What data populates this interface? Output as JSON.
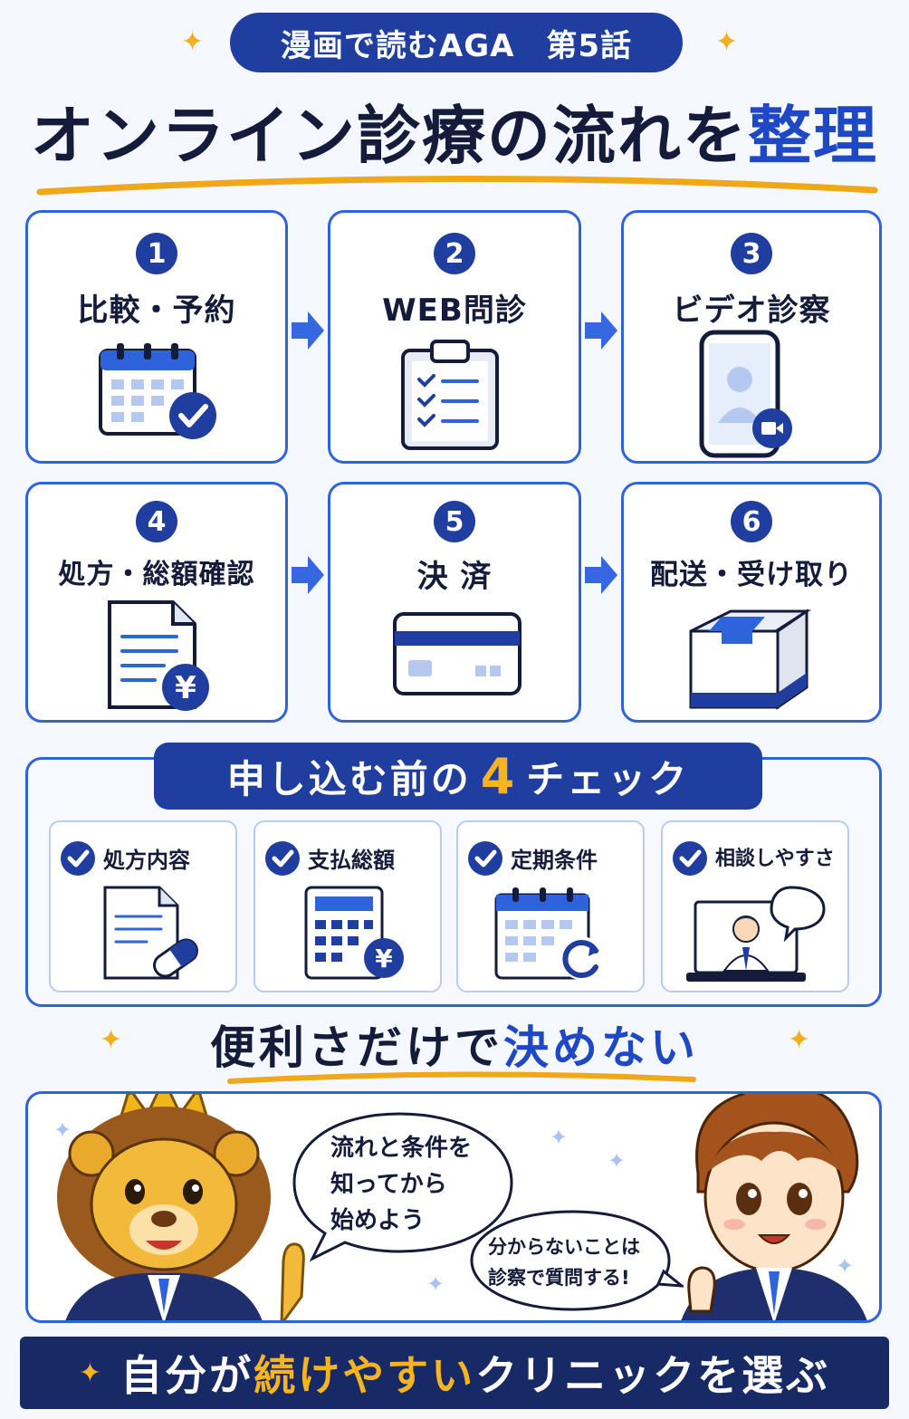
{
  "header": {
    "series_label": "漫画で読むAGA　第5話",
    "title_main": "オンライン診療の流れを",
    "title_highlight": "整理"
  },
  "steps": [
    {
      "number": "1",
      "label": "比較・予約",
      "icon": "calendar-check-icon"
    },
    {
      "number": "2",
      "label": "WEB問診",
      "icon": "clipboard-checklist-icon"
    },
    {
      "number": "3",
      "label": "ビデオ診察",
      "icon": "smartphone-video-icon"
    },
    {
      "number": "4",
      "label": "処方・総額確認",
      "icon": "document-yen-icon"
    },
    {
      "number": "5",
      "label": "決 済",
      "icon": "credit-card-icon"
    },
    {
      "number": "6",
      "label": "配送・受け取り",
      "icon": "package-box-icon"
    }
  ],
  "checklist": {
    "banner_before": "申し込む前の",
    "banner_number": "4",
    "banner_after": "チェック",
    "items": [
      {
        "label": "処方内容",
        "icon": "document-capsule-icon"
      },
      {
        "label": "支払総額",
        "icon": "calculator-yen-icon"
      },
      {
        "label": "定期条件",
        "icon": "calendar-refresh-icon"
      },
      {
        "label": "相談しやすさ",
        "icon": "laptop-doctor-icon"
      }
    ]
  },
  "slogan": {
    "main": "便利さだけで",
    "highlight": "決めない"
  },
  "manga": {
    "lion_speech": [
      "流れと条件を",
      "知ってから",
      "始めよう"
    ],
    "boy_speech": [
      "分からないことは",
      "診察で質問する!"
    ]
  },
  "footer": {
    "before": "自分が",
    "highlight": "続けやすい",
    "after": "クリニックを選ぶ"
  },
  "colors": {
    "navy": "#1f3e9f",
    "accent_blue": "#2f63db",
    "gold": "#f6b51f",
    "footer_bg": "#172a66"
  }
}
